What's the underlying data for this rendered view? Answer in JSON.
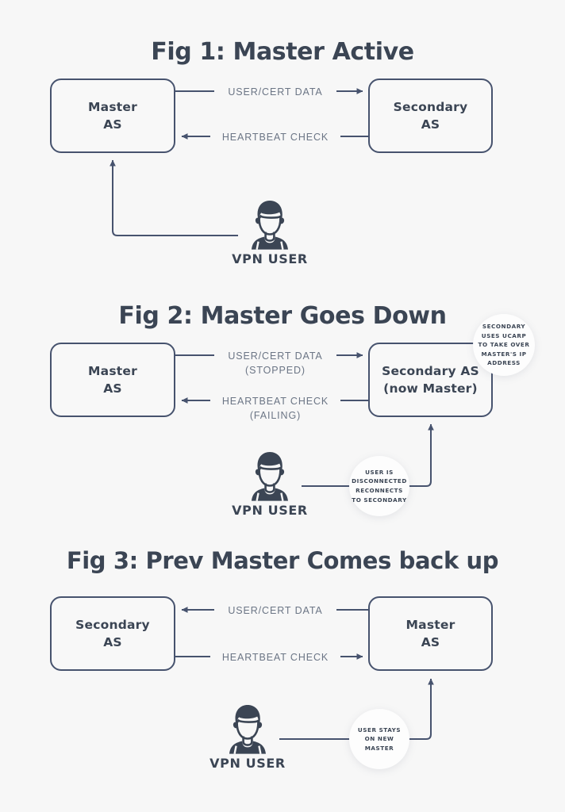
{
  "page": {
    "background": "#f7f7f7",
    "ink": "#3b4554",
    "line": "#47536e",
    "muted": "#6b7585"
  },
  "figures": [
    {
      "id": "fig1",
      "title": "Fig 1: Master Active",
      "left_node": "Master\nAS",
      "right_node": "Secondary\nAS",
      "top_edge_label": "USER/CERT DATA",
      "bottom_edge_label": "HEARTBEAT CHECK",
      "user_label": "VPN USER",
      "badge": null
    },
    {
      "id": "fig2",
      "title": "Fig 2: Master Goes Down",
      "left_node": "Master\nAS",
      "right_node": "Secondary AS\n(now Master)",
      "top_edge_label": "USER/CERT DATA\n(STOPPED)",
      "bottom_edge_label": "HEARTBEAT CHECK\n(FAILING)",
      "user_label": "VPN USER",
      "badge": "SECONDARY\nUSES UCARP\nTO TAKE OVER\nMASTER'S IP\nADDRESS",
      "badge_user": "USER IS\nDISCONNECTED\nRECONNECTS\nTO SECONDARY"
    },
    {
      "id": "fig3",
      "title": "Fig 3: Prev Master Comes back up",
      "left_node": "Secondary\nAS",
      "right_node": "Master\nAS",
      "top_edge_label": "USER/CERT DATA",
      "bottom_edge_label": "HEARTBEAT CHECK",
      "user_label": "VPN USER",
      "badge_user": "USER STAYS\nON NEW\nMASTER"
    }
  ],
  "icons": {
    "user_avatar": "user-avatar-icon",
    "arrow_head": "arrow-head-icon"
  }
}
